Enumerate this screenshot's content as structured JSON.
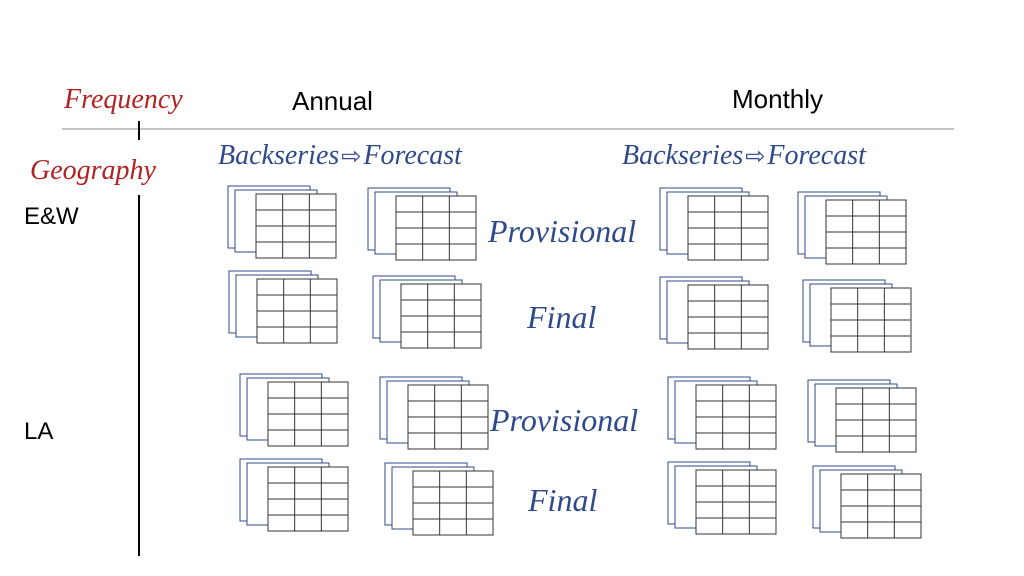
{
  "header": {
    "frequency_label": "Frequency",
    "annual_label": "Annual",
    "monthly_label": "Monthly"
  },
  "geography": {
    "label": "Geography",
    "ew_label": "E&W",
    "la_label": "LA"
  },
  "flow": {
    "backseries_label": "Backseries",
    "arrow_glyph": "⇨",
    "forecast_label": "Forecast"
  },
  "status": {
    "provisional_label": "Provisional",
    "final_label": "Final"
  },
  "colors": {
    "accent_red": "#b22222",
    "accent_blue": "#2f4a8a",
    "sheet_border": "#2f4a8a",
    "grid_line": "#333333"
  },
  "table_grid": {
    "rows": 4,
    "cols": 3
  }
}
